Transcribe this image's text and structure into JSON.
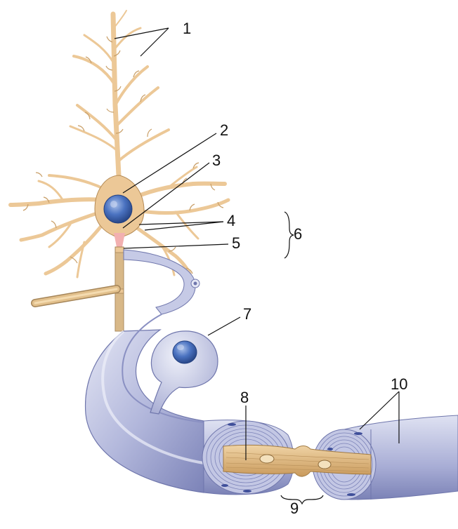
{
  "labels": [
    {
      "id": "l1",
      "text": "1"
    },
    {
      "id": "l2",
      "text": "2"
    },
    {
      "id": "l3",
      "text": "3"
    },
    {
      "id": "l4",
      "text": "4"
    },
    {
      "id": "l5",
      "text": "5"
    },
    {
      "id": "l6",
      "text": "6"
    },
    {
      "id": "l7",
      "text": "7"
    },
    {
      "id": "l8",
      "text": "8"
    },
    {
      "id": "l9",
      "text": "9"
    },
    {
      "id": "l10",
      "text": "10"
    }
  ],
  "colors": {
    "neuron": "#ecc897",
    "neuron_stroke": "#b48a55",
    "nucleus": "#3f66b3",
    "myelin": "#aeb4d8",
    "myelin_dark": "#7d84b9",
    "myelin_light": "#dde0f0",
    "axon_hillock": "#f2b0b0",
    "leader": "#111111"
  }
}
